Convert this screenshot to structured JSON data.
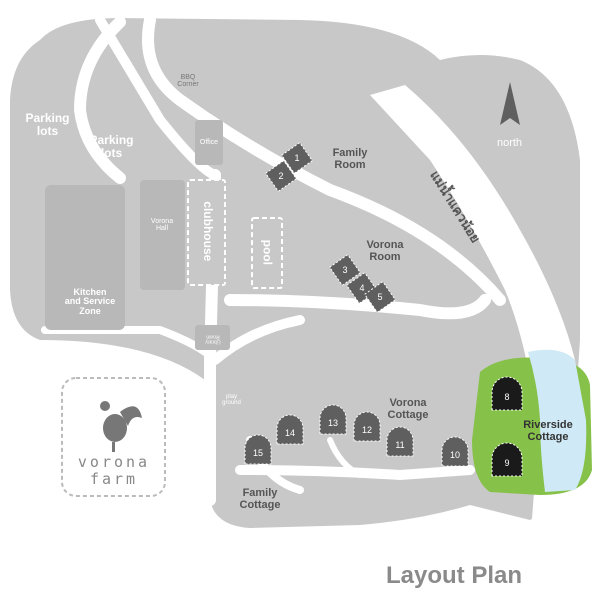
{
  "title": "Layout Plan",
  "compass": {
    "label": "north"
  },
  "river": {
    "label": "แม่น้ำแควน้อย"
  },
  "logo": {
    "line1": "vorona",
    "line2": "farm"
  },
  "areas": {
    "parking_lots_1": "Parking\nlots",
    "parking_lots_2": "Parking\nlots",
    "bbq_corner": "BBQ\nCorner",
    "office": "Office",
    "clubhouse": "clubhouse",
    "vorona_hall": "Vorona\nHall",
    "pool": "pool",
    "kitchen": "Kitchen\nand Service\nZone",
    "library": "Library\nRoom",
    "play_ground": "play\nground",
    "family_room": "Family\nRoom",
    "vorona_room": "Vorona\nRoom",
    "vorona_cottage": "Vorona\nCottage",
    "family_cottage": "Family\nCottage",
    "riverside_cottage": "Riverside\nCottage"
  },
  "units": {
    "rooms": [
      "1",
      "2",
      "3",
      "4",
      "5"
    ],
    "cottages": [
      "10",
      "11",
      "12",
      "13",
      "14",
      "15"
    ],
    "riverside": [
      "8",
      "9"
    ]
  },
  "colors": {
    "land": "#c8c8c8",
    "road": "#ffffff",
    "building": "#5f5f5f",
    "riverside_green": "#86c14a",
    "river_blue": "#cfeaf6",
    "title": "#8a8a8a"
  }
}
